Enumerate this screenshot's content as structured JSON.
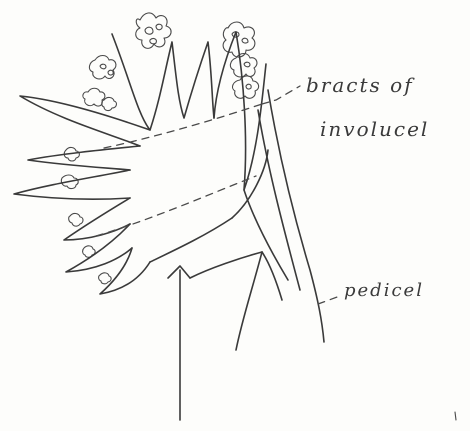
{
  "labels": {
    "bracts_line1": "bracts of",
    "bracts_line2": "involucel",
    "pedicel": "pedicel"
  },
  "colors": {
    "ink": "#3a3a3a",
    "paper": "#fdfdfb"
  }
}
